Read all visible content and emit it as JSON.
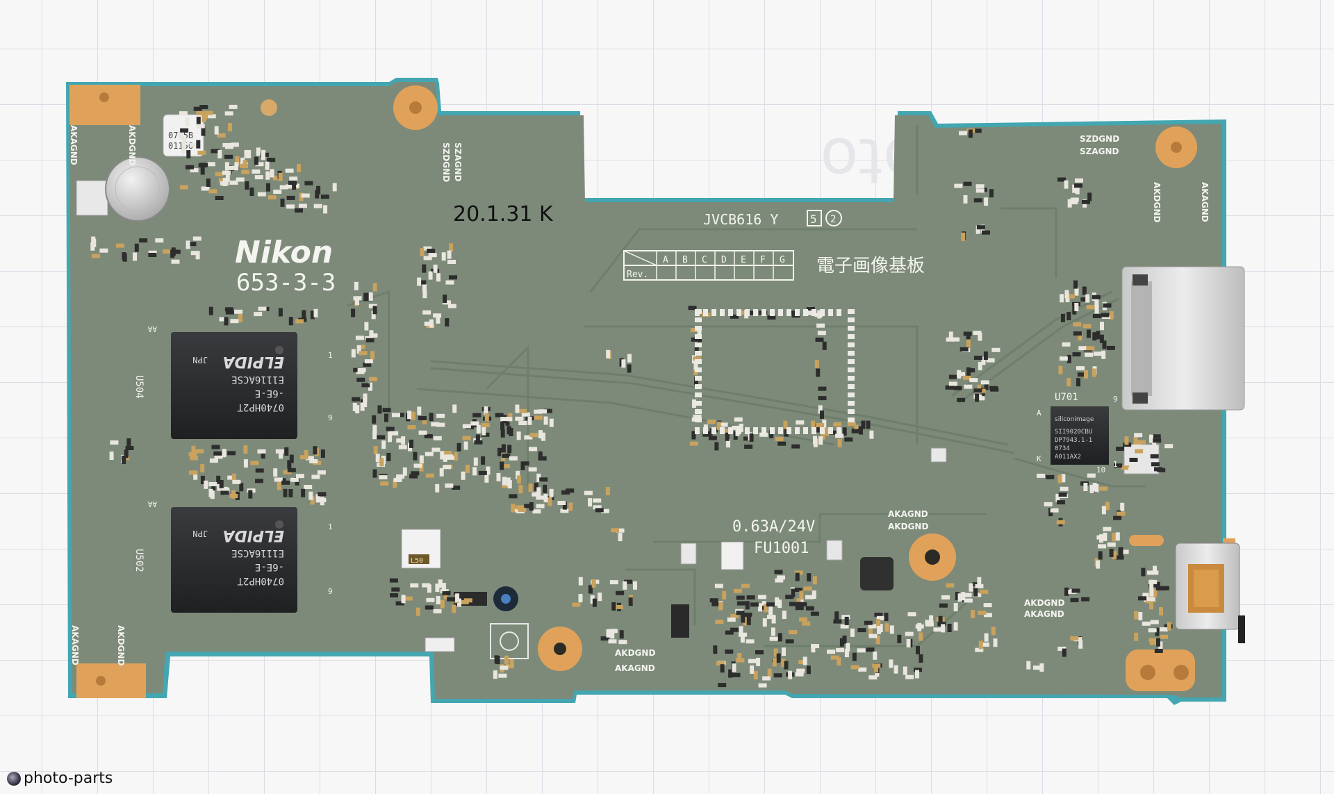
{
  "board": {
    "brand": "Nikon",
    "part_number": "653-3-3",
    "date_mark": "20.1.31 K",
    "ul_mark": "JVCB616 Y",
    "box_digit": "5",
    "circle_digit": "2",
    "japanese_title": "電子画像基板",
    "rev_label": "Rev.",
    "rev_columns": [
      "A",
      "B",
      "C",
      "D",
      "E",
      "F",
      "G"
    ],
    "fuse_rating": "0.63A/24V",
    "fuse_label": "FU1001",
    "battery_label_1": "0745B",
    "battery_label_2": "01156",
    "fuse_part_mark": "L50",
    "chips": [
      {
        "designator": "U504",
        "brand": "ELPIDA",
        "suffix": "JPN",
        "line1": "E1116ACSE",
        "line2": "-6E-E",
        "line3": "0740HP2T"
      },
      {
        "designator": "U502",
        "brand": "ELPIDA",
        "suffix": "JPN",
        "line1": "E1116ACSE",
        "line2": "-6E-E",
        "line3": "0740HP2T"
      }
    ],
    "hdmi_chip": {
      "designator": "U701",
      "brand": "siliconimage",
      "line1": "SII9020CBU",
      "line2": "DP7943.1-1",
      "line3": "0734",
      "line4": "A011AX2"
    },
    "ground_labels": {
      "top_left_a": "AKDGND",
      "top_left_b": "AKAGND",
      "top_mid_a": "SZAGND",
      "top_mid_b": "SZDGND",
      "top_right_a": "SZDGND",
      "top_right_b": "SZAGND",
      "right_a": "AKDGND",
      "right_b": "AKAGND",
      "mid_a": "AKAGND",
      "mid_b": "AKDGND",
      "bottom_a": "AKDGND",
      "bottom_b": "AKAGND",
      "bottom_right_a": "AKDGND",
      "bottom_right_b": "AKAGND",
      "bottom_left_a": "AKDGND",
      "bottom_left_b": "AKAGND"
    },
    "pin_marks": [
      "AA",
      "1",
      "9"
    ],
    "chip_pin_marks": [
      "9",
      "1",
      "10",
      "K",
      "A"
    ]
  },
  "watermark": {
    "text": "photo-parts"
  },
  "colors": {
    "pcb": "#7d8a79",
    "pcb_edge": "#43a6b0",
    "gold_pad": "#e0a25a",
    "silkscreen": "#f4f4f0",
    "chip": "#2b2c2e",
    "background": "#f7f7f7",
    "grid": "#dcdce6"
  }
}
